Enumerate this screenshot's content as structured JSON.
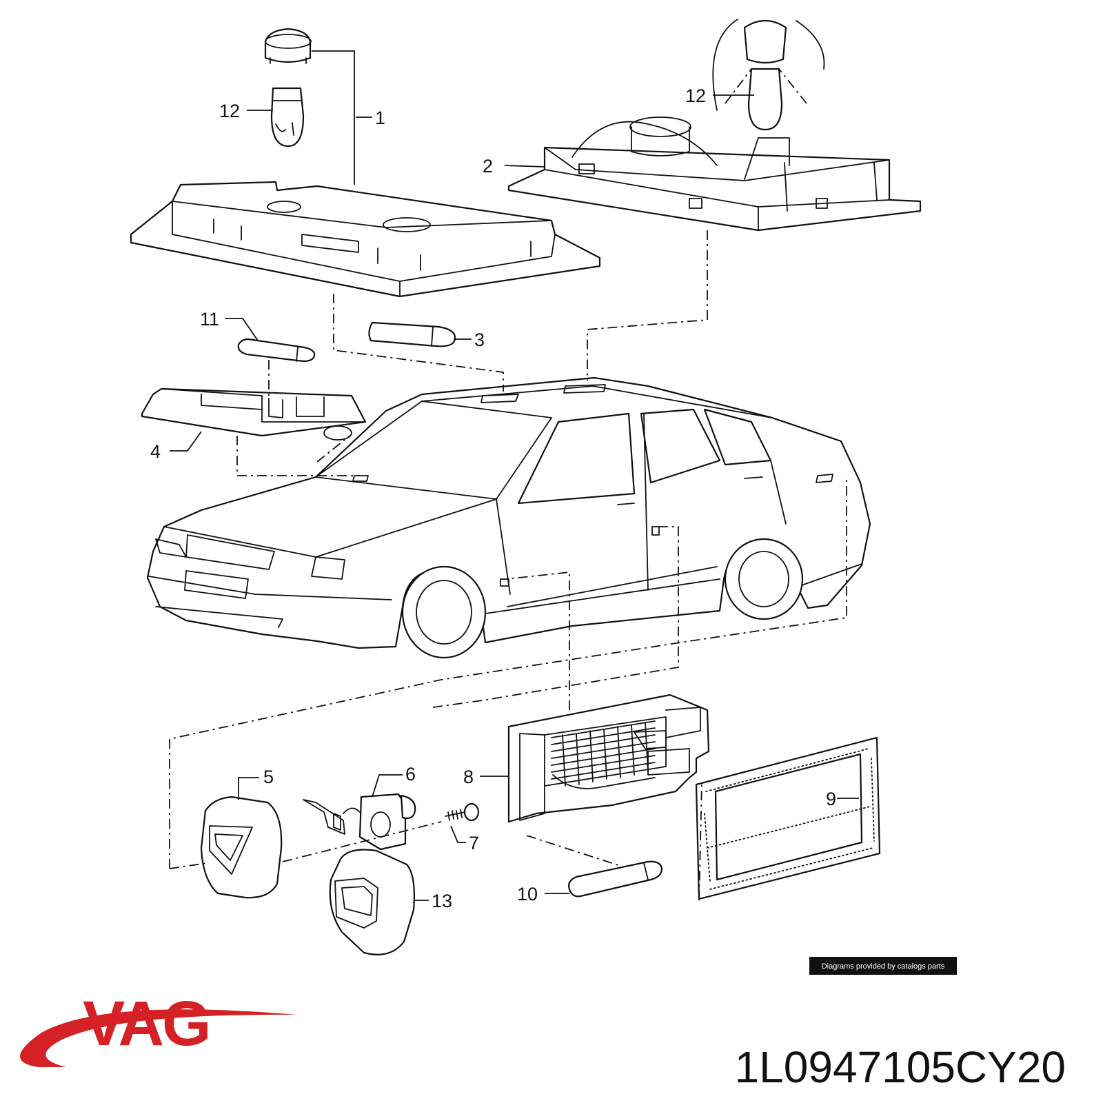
{
  "callouts": {
    "c1": "1",
    "c2": "2",
    "c3": "3",
    "c4": "4",
    "c5": "5",
    "c6": "6",
    "c7": "7",
    "c8": "8",
    "c9": "9",
    "c10": "10",
    "c11": "11",
    "c12a": "12",
    "c12b": "12",
    "c13": "13"
  },
  "credit": "Diagrams provided by catalogs parts",
  "brand": {
    "logo_text": "VAG",
    "logo_color": "#d42126"
  },
  "part_number": "1L0947105CY20"
}
